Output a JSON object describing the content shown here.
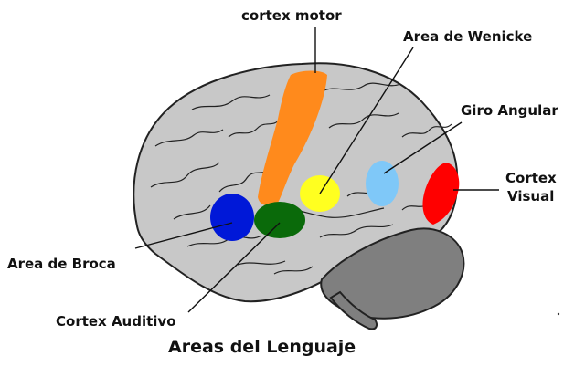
{
  "title": "Areas del Lenguaje",
  "labels": {
    "motor": "cortex motor",
    "wernicke": "Area de Wenicke",
    "angular": "Giro Angular",
    "visual_line1": "Cortex",
    "visual_line2": "Visual",
    "broca": "Area de Broca",
    "auditivo": "Cortex Auditivo"
  },
  "colors": {
    "brain": "#c8c8c8",
    "cerebellum": "#7f7f7f",
    "motor": "#ff8a1c",
    "wernicke": "#ffff20",
    "angular": "#7fc8f8",
    "visual": "#ff0000",
    "broca": "#0018d8",
    "auditivo": "#0a6a0a"
  }
}
